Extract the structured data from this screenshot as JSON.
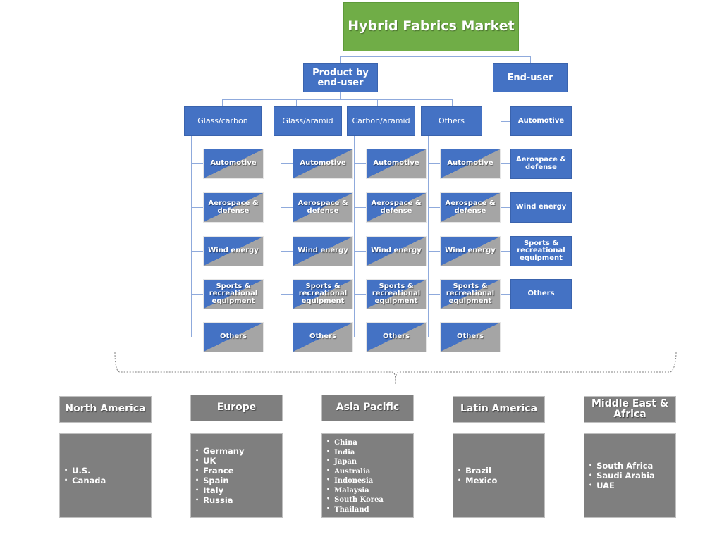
{
  "title": "Hybrid Fabrics Market",
  "branches": {
    "product": {
      "label": "Product by end-user",
      "types": [
        {
          "label": "Glass/carbon",
          "applications": [
            "Automotive",
            "Aerospace & defense",
            "Wind energy",
            "Sports & recreational equipment",
            "Others"
          ]
        },
        {
          "label": "Glass/aramid",
          "applications": [
            "Automotive",
            "Aerospace & defense",
            "Wind energy",
            "Sports & recreational equipment",
            "Others"
          ]
        },
        {
          "label": "Carbon/aramid",
          "applications": [
            "Automotive",
            "Aerospace & defense",
            "Wind energy",
            "Sports & recreational equipment",
            "Others"
          ]
        },
        {
          "label": "Others",
          "applications": [
            "Automotive",
            "Aerospace & defense",
            "Wind energy",
            "Sports & recreational equipment",
            "Others"
          ]
        }
      ]
    },
    "end_user": {
      "label": "End-user",
      "items": [
        "Automotive",
        "Aerospace & defense",
        "Wind energy",
        "Sports & recreational equipment",
        "Others"
      ]
    }
  },
  "regions": [
    {
      "name": "North America",
      "countries": [
        "U.S.",
        "Canada"
      ]
    },
    {
      "name": "Europe",
      "countries": [
        "Germany",
        "UK",
        "France",
        "Spain",
        "Italy",
        "Russia"
      ]
    },
    {
      "name": "Asia Pacific",
      "countries": [
        "China",
        "India",
        "Japan",
        "Australia",
        "Indonesia",
        "Malaysia",
        "South Korea",
        "Thailand"
      ]
    },
    {
      "name": "Latin America",
      "countries": [
        "Brazil",
        "Mexico"
      ]
    },
    {
      "name": "Middle East & Africa",
      "countries": [
        "South Africa",
        "Saudi Arabia",
        "UAE"
      ]
    }
  ],
  "colors": {
    "root": "#70ad47",
    "node": "#4472c4",
    "leaf_secondary": "#a5a5a5",
    "region": "#7f7f7f",
    "connector": "#8faadc"
  }
}
